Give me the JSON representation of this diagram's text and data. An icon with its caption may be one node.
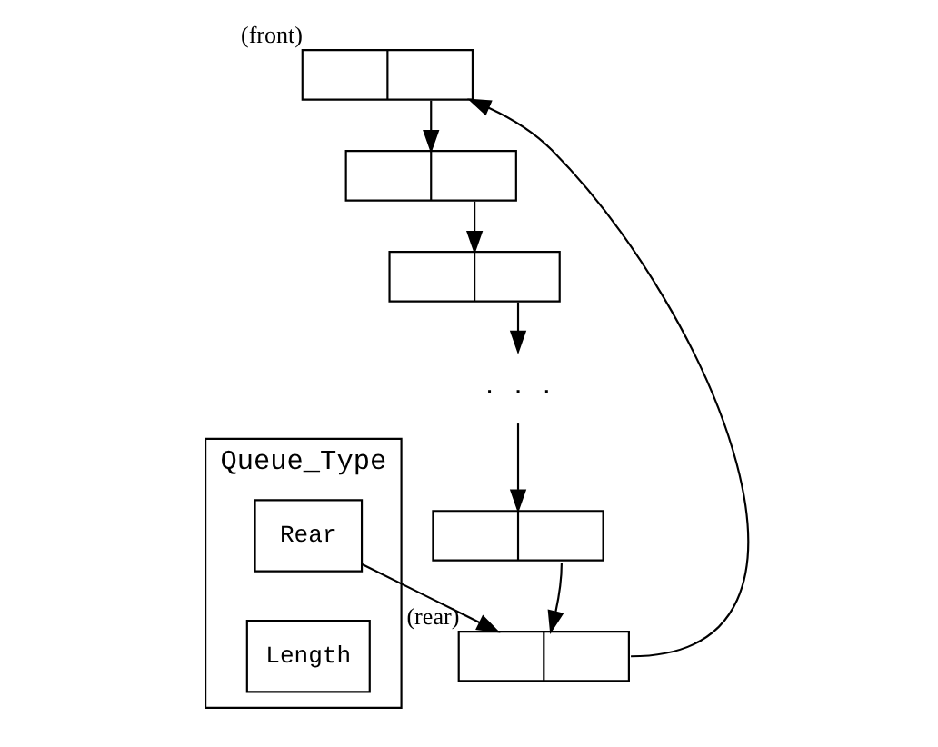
{
  "diagram": {
    "nodes": [
      {
        "text": [
          "Queue_Type"
        ]
      },
      {
        "text": [
          "Rear"
        ],
        "in": 0
      },
      {
        "text": [
          "Length"
        ],
        "in": 0
      },
      {
        "text": [],
        "shape": "box",
        "beside": [
          "(front)"
        ]
      },
      {
        "text": [],
        "shape": "box"
      },
      {
        "text": [],
        "shape": "box"
      },
      {
        "text": [
          ". . ."
        ]
      },
      {
        "text": [],
        "shape": "box"
      },
      {
        "text": [],
        "shape": "box",
        "beside": [
          "(rear)"
        ]
      }
    ],
    "edges": [
      {
        "from": 1,
        "to": 8,
        "arrow": "to"
      },
      {
        "from": 3,
        "to": 4,
        "arrow": "to"
      },
      {
        "from": 4,
        "to": 5,
        "arrow": "to"
      },
      {
        "from": 5,
        "to": 6,
        "arrow": "to"
      },
      {
        "from": 6,
        "to": 7,
        "arrow": "to"
      },
      {
        "from": 7,
        "to": 8,
        "arrow": "to"
      },
      {
        "from": 8,
        "to": 3,
        "arrow": "to"
      }
    ]
  }
}
